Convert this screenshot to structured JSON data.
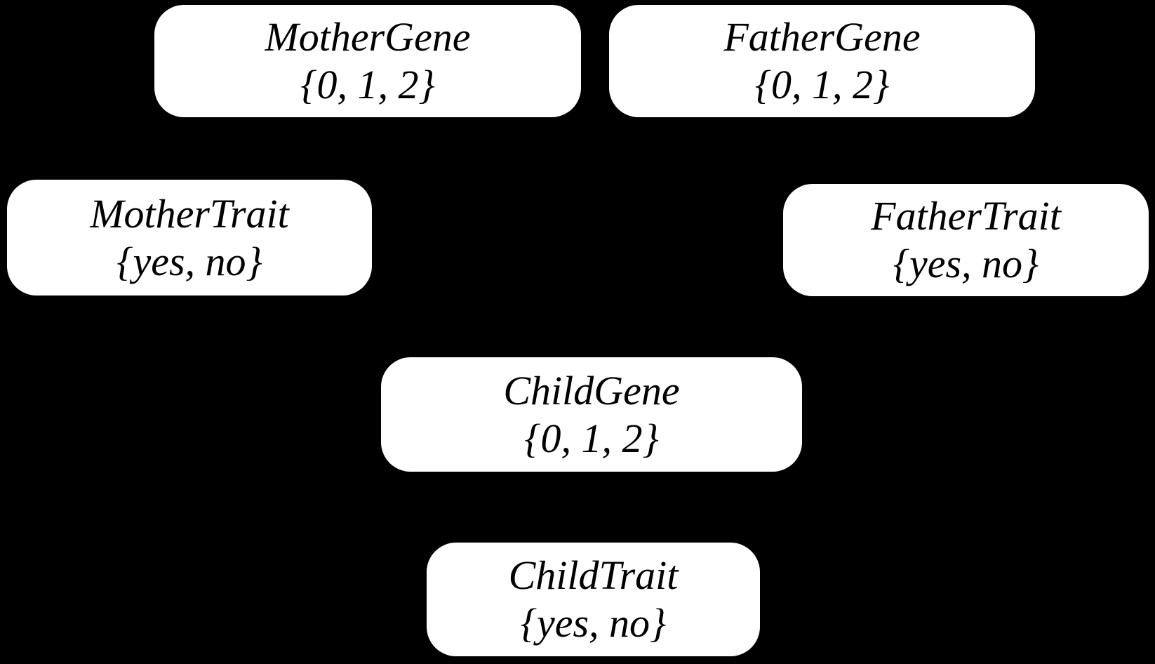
{
  "diagram": {
    "type": "bayesian-network",
    "background_color": "#000000",
    "node_fill_color": "#ffffff",
    "node_text_color": "#000000",
    "nodes": [
      {
        "id": "mother-gene",
        "name": "MotherGene",
        "values": "{0, 1, 2}"
      },
      {
        "id": "father-gene",
        "name": "FatherGene",
        "values": "{0, 1, 2}"
      },
      {
        "id": "mother-trait",
        "name": "MotherTrait",
        "values": "{yes, no}"
      },
      {
        "id": "father-trait",
        "name": "FatherTrait",
        "values": "{yes, no}"
      },
      {
        "id": "child-gene",
        "name": "ChildGene",
        "values": "{0, 1, 2}"
      },
      {
        "id": "child-trait",
        "name": "ChildTrait",
        "values": "{yes, no}"
      }
    ]
  }
}
